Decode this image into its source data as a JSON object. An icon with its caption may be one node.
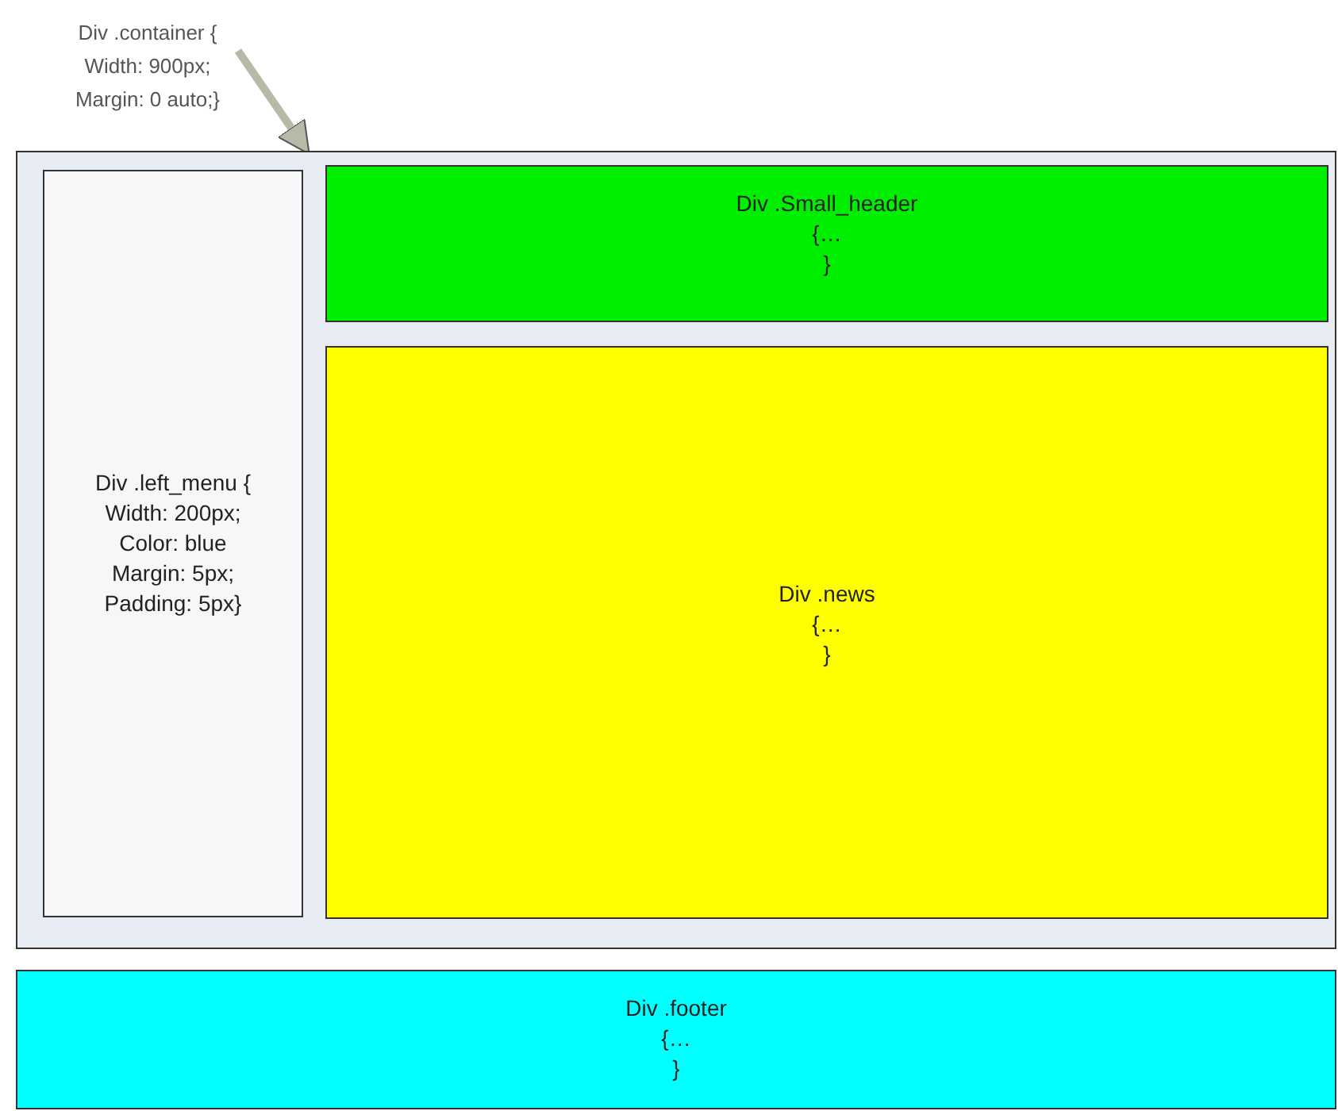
{
  "diagram": {
    "nodes": [
      {
        "text": [
          "Div .container {",
          "Width: 900px;",
          "Margin: 0 auto;}"
        ]
      },
      {
        "text": [],
        "shape": "box"
      },
      {
        "text": [
          "Div .left_menu {",
          "Width: 200px;",
          "Color: blue",
          "Margin: 5px;",
          "Padding: 5px}"
        ],
        "in": 1
      },
      {
        "text": [
          "Div .Small_header",
          "{…",
          "}"
        ],
        "in": 1
      },
      {
        "text": [
          "Div .news",
          "{…",
          "}"
        ],
        "in": 1
      },
      {
        "text": [
          "Div .footer",
          "{…",
          "}"
        ]
      }
    ],
    "edges": [
      {
        "from": 0,
        "to": 1,
        "arrow": "to"
      }
    ]
  }
}
